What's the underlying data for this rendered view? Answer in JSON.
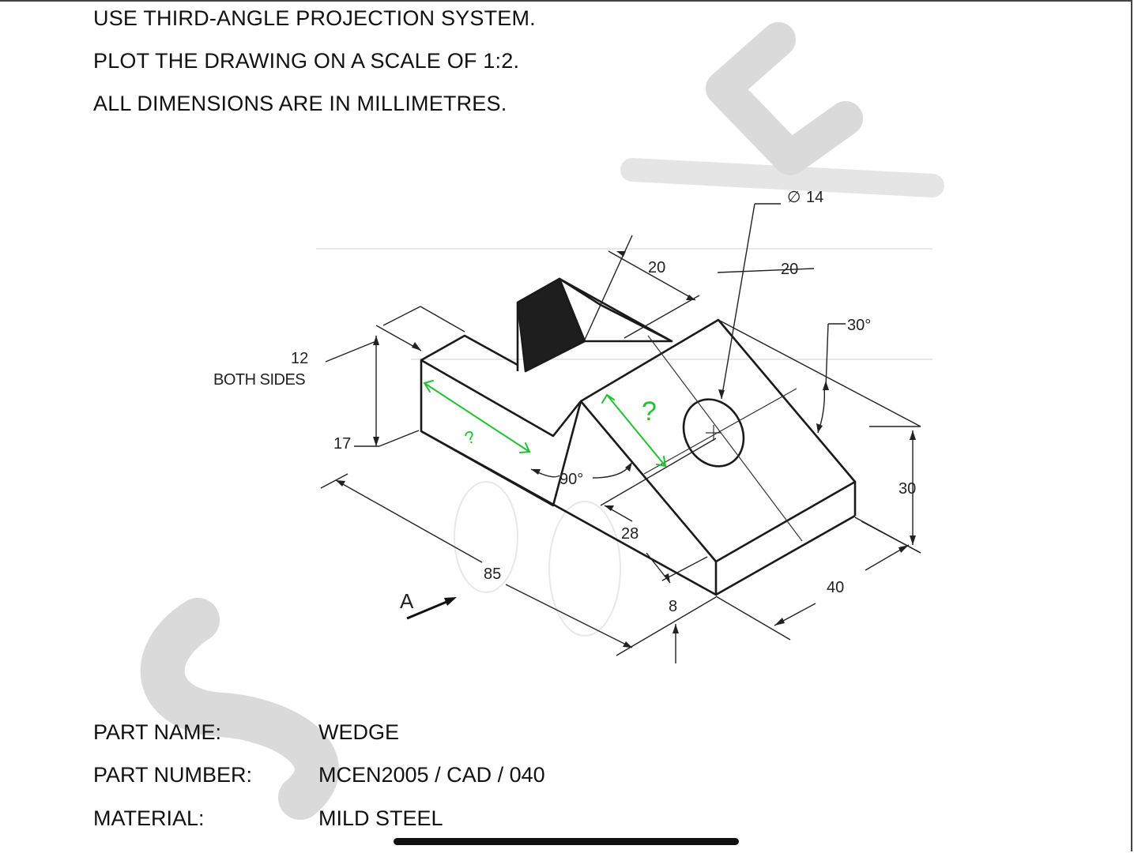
{
  "notes": [
    "USE THIRD-ANGLE PROJECTION SYSTEM.",
    "PLOT THE DRAWING ON A SCALE OF 1:2.",
    "ALL DIMENSIONS ARE IN MILLIMETRES."
  ],
  "dimensions": {
    "hole_diameter": "14",
    "slot_width": "20",
    "hole_offset": "20",
    "slope_angle": "30°",
    "ledge_height": "12",
    "ledge_note": "BOTH SIDES",
    "ledge_depth": "17",
    "right_angle": "90°",
    "mid_length": "28",
    "total_length": "85",
    "base_height": "8",
    "total_width": "40",
    "total_height": "30",
    "view_arrow": "A"
  },
  "annotations": {
    "green_mark_1": "?",
    "green_mark_2": "?"
  },
  "part_info": {
    "name_label": "PART NAME:",
    "name_value": "WEDGE",
    "number_label": "PART NUMBER:",
    "number_value": "MCEN2005 / CAD / 040",
    "material_label": "MATERIAL:",
    "material_value": "MILD STEEL"
  },
  "colors": {
    "annotation_green": "#22c033",
    "watermark_gray": "#d9d9d9",
    "line": "#1a1a1a"
  }
}
